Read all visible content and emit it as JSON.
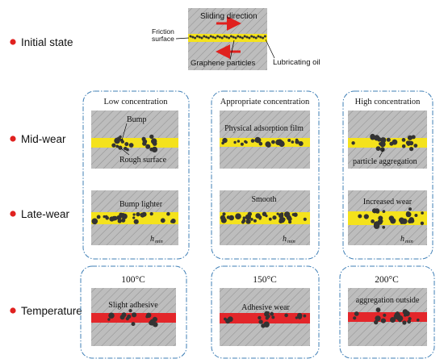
{
  "colors": {
    "steel": "#b9b9b9",
    "hatch": "#8c8c8c",
    "oil": "#f4e21c",
    "hot_oil": "#e3262a",
    "particle": "#333333",
    "bullet": "#e0211f",
    "frame": "#3f7fb6"
  },
  "stages": {
    "initial": "Initial state",
    "mid": "Mid-wear",
    "late": "Late-wear",
    "temperature": "Temperature"
  },
  "initial": {
    "sliding": "Sliding direction",
    "friction": "Friction",
    "surface": "surface",
    "graphene": "Graphene particles",
    "oil": "Lubricating oil"
  },
  "columns": {
    "low": "Low concentration",
    "appropriate": "Appropriate concentration",
    "high": "High concentration"
  },
  "mid_labels": {
    "bump": "Bump",
    "rough": "Rough surface",
    "film": "Physical adsorption film",
    "aggregation": "particle aggregation"
  },
  "late_labels": {
    "lighter": "Bump lighter",
    "smooth": "Smooth",
    "increased": "Increased wear",
    "hmin_h": "h",
    "hmin_sub": "min"
  },
  "temps": {
    "t100": "100°C",
    "t150": "150°C",
    "t200": "200°C"
  },
  "temp_labels": {
    "slight": "Slight adhesive",
    "adhesive": "Adhesive wear",
    "outside": "aggregation outside"
  }
}
